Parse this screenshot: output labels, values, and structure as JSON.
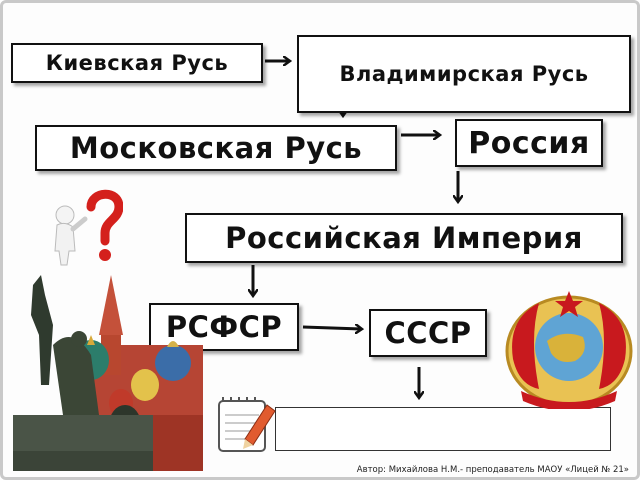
{
  "nodes": {
    "kiev": "Киевская Русь",
    "vladimir": "Владимирская Русь",
    "moscow": "Московская Русь",
    "russia": "Россия",
    "empire": "Российская Империя",
    "rsfsr": "РСФСР",
    "ussr": "СССР",
    "answer": ""
  },
  "footer": "Автор: Михайлова Н.М.- преподаватель МАОУ «Лицей № 21»",
  "colors": {
    "box_border": "#111111",
    "arrow": "#111111",
    "question_mark": "#d4201c",
    "emblem_red": "#c8191e",
    "emblem_gold": "#e3b33a"
  },
  "icons": {
    "question": "question-figure-icon",
    "monument": "monument-cathedral-image",
    "emblem": "ussr-emblem-icon",
    "notepad": "notepad-pencil-icon"
  }
}
